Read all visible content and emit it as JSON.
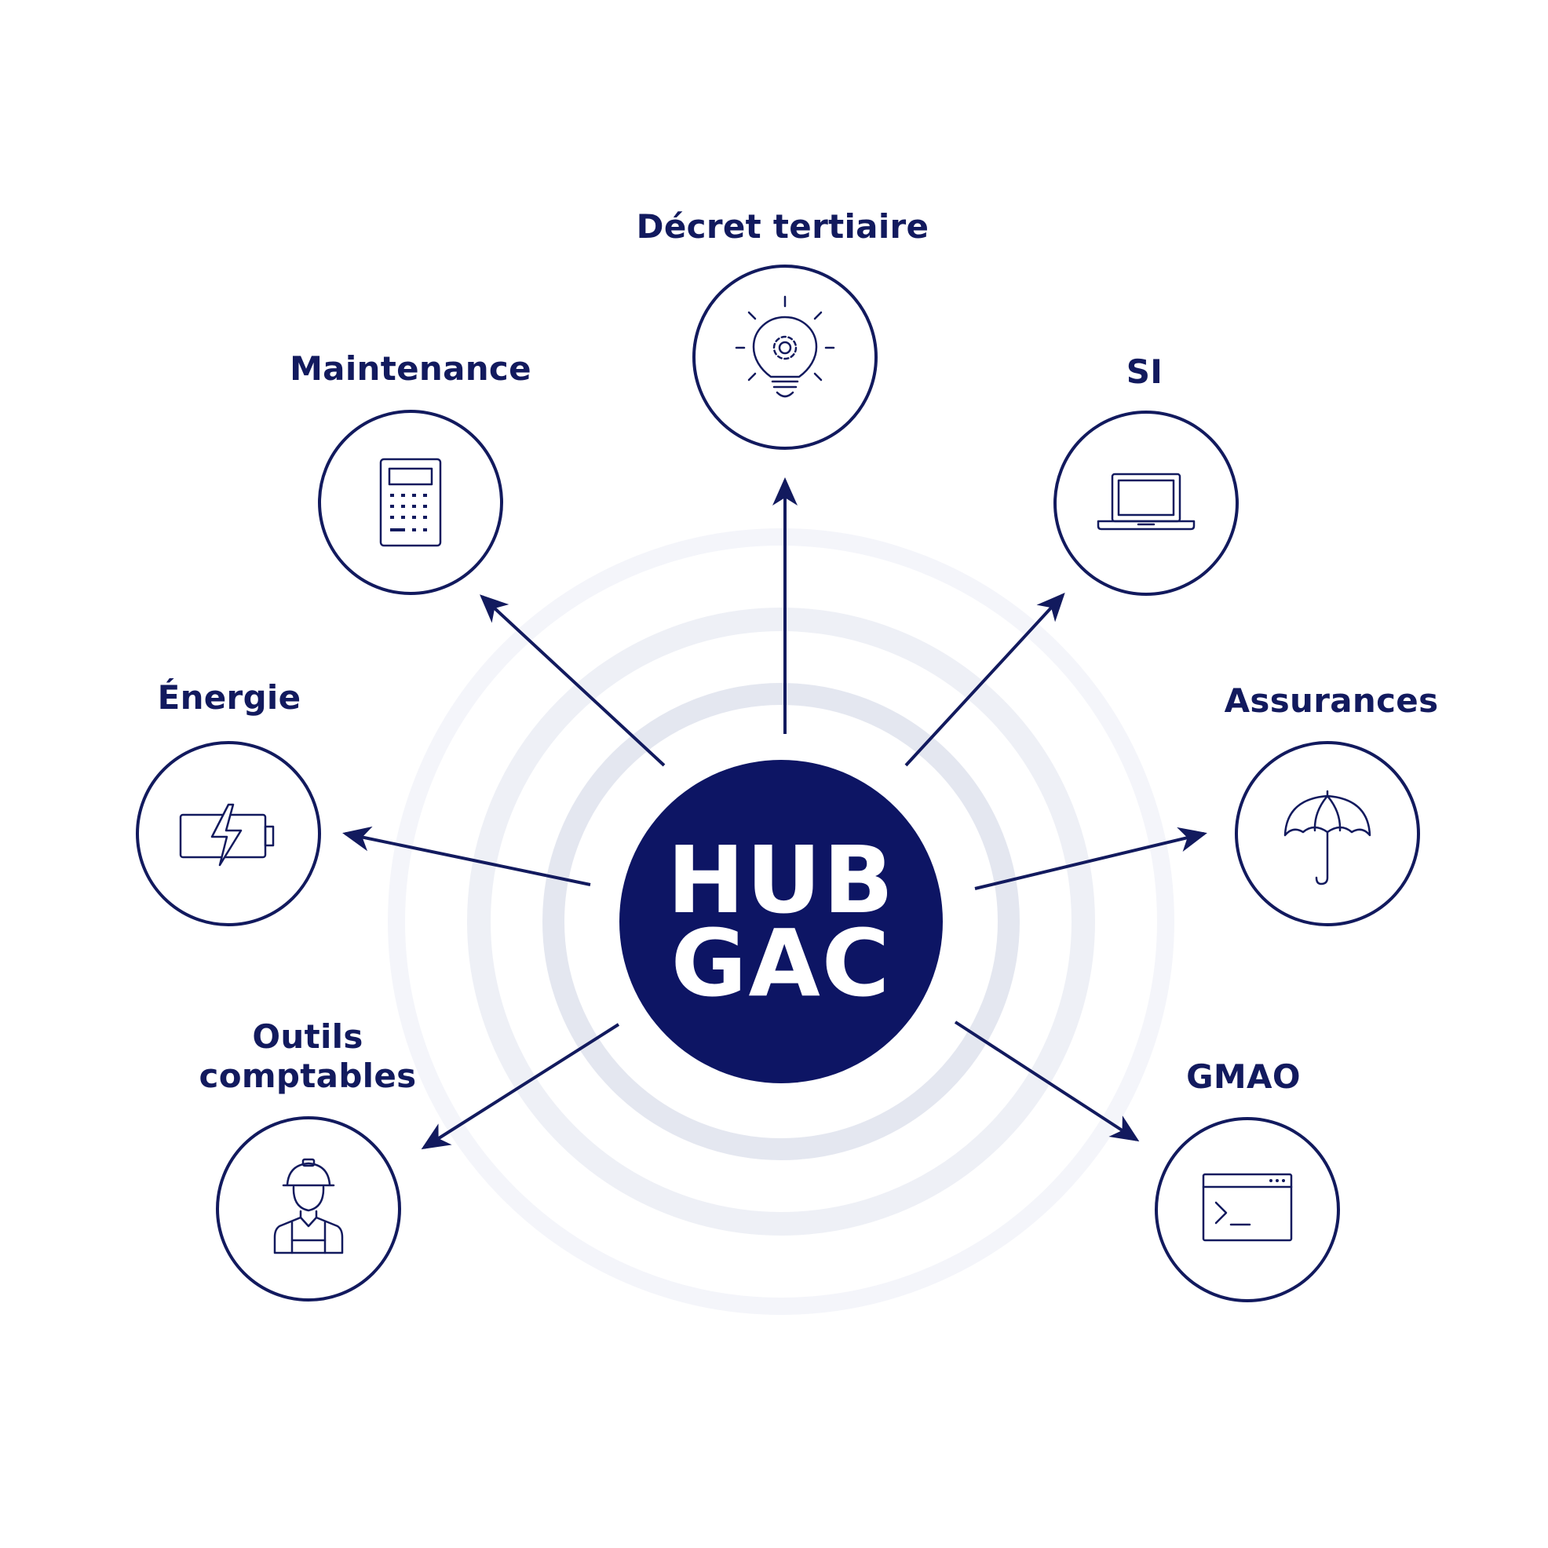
{
  "hub": {
    "line1": "HUB",
    "line2": "GAC"
  },
  "colors": {
    "primary": "#121a5e",
    "hub_fill": "#0d1564",
    "ring_light": "#f3f4f9",
    "ring_mid": "#e6e8f1"
  },
  "nodes": [
    {
      "id": "decret",
      "label": "Décret tertiaire",
      "icon": "lightbulb-gear-icon"
    },
    {
      "id": "maintenance",
      "label": "Maintenance",
      "icon": "calculator-icon"
    },
    {
      "id": "si",
      "label": "SI",
      "icon": "laptop-icon"
    },
    {
      "id": "energie",
      "label": "Énergie",
      "icon": "battery-charging-icon"
    },
    {
      "id": "assurances",
      "label": "Assurances",
      "icon": "umbrella-icon"
    },
    {
      "id": "outils",
      "label": "Outils comptables",
      "icon": "construction-worker-icon"
    },
    {
      "id": "gmao",
      "label": "GMAO",
      "icon": "terminal-window-icon"
    }
  ]
}
